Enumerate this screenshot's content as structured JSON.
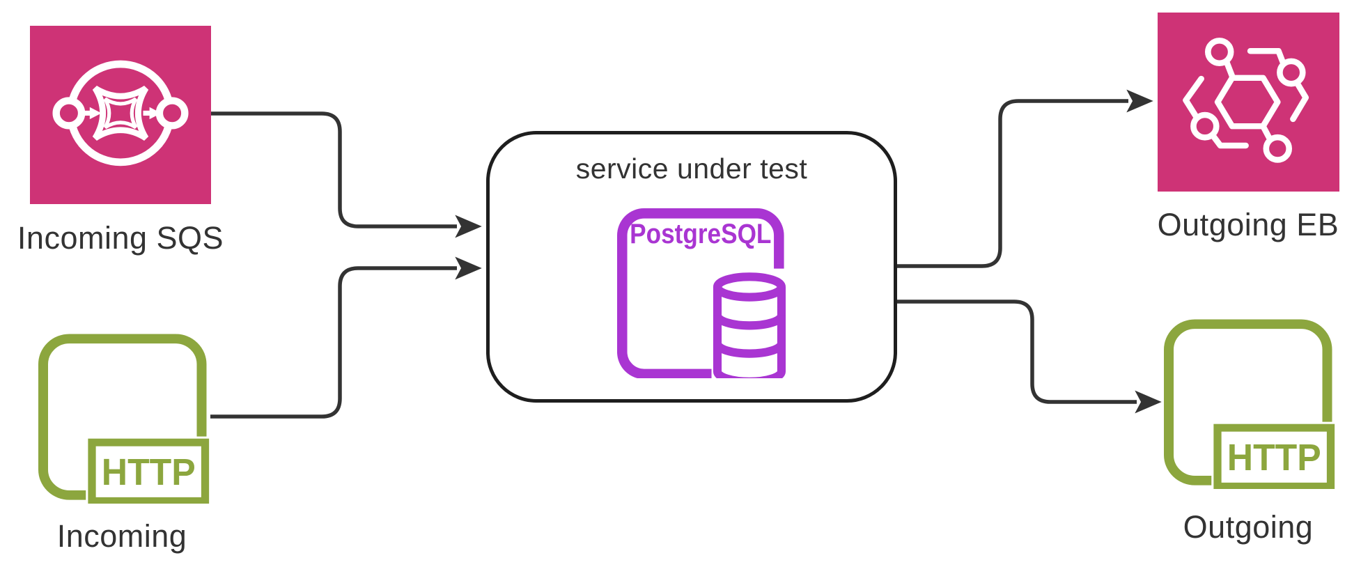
{
  "diagram": {
    "service": {
      "title": "service under test",
      "database_label": "PostgreSQL"
    },
    "nodes": {
      "incoming_sqs": {
        "label": "Incoming SQS",
        "icon": "aws-sqs-icon"
      },
      "incoming_http": {
        "label": "Incoming",
        "badge": "HTTP",
        "icon": "http-endpoint-icon"
      },
      "outgoing_eb": {
        "label": "Outgoing EB",
        "icon": "aws-eventbridge-icon"
      },
      "outgoing_http": {
        "label": "Outgoing",
        "badge": "HTTP",
        "icon": "http-endpoint-icon"
      }
    },
    "edges": [
      {
        "from": "incoming_sqs",
        "to": "service_under_test"
      },
      {
        "from": "incoming_http",
        "to": "service_under_test"
      },
      {
        "from": "service_under_test",
        "to": "outgoing_eb"
      },
      {
        "from": "service_under_test",
        "to": "outgoing_http"
      }
    ],
    "colors": {
      "aws_pink": "#ce3376",
      "http_green": "#8ca63e",
      "postgres_purple": "#a935d2",
      "connector": "#333333",
      "box_border": "#1e1e1e",
      "label_text": "#333333"
    }
  }
}
